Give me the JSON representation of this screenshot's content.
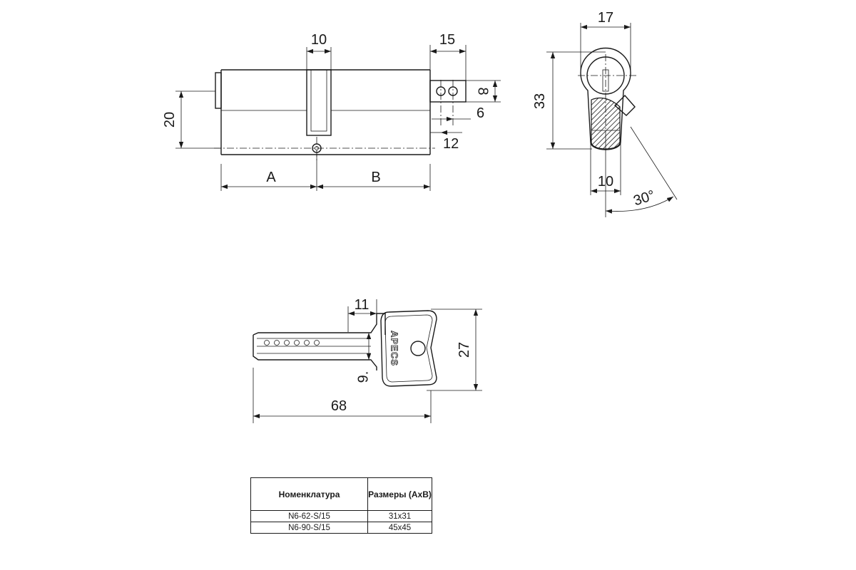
{
  "cylinder": {
    "dims": {
      "d10": "10",
      "d15": "15",
      "d20": "20",
      "d8": "8",
      "d6": "6",
      "d12": "12",
      "a": "A",
      "b": "B"
    }
  },
  "side_view": {
    "dims": {
      "d17": "17",
      "d33": "33",
      "d10": "10",
      "angle": "30°"
    }
  },
  "key": {
    "brand": "APECS",
    "dims": {
      "d11": "11",
      "d9": "9.",
      "d27": "27",
      "d68": "68"
    }
  },
  "spec_table": {
    "headers": [
      "Номенклатура",
      "Размеры (АхВ)"
    ],
    "rows": [
      [
        "N6-62-S/15",
        "31x31"
      ],
      [
        "N6-90-S/15",
        "45x45"
      ]
    ]
  }
}
